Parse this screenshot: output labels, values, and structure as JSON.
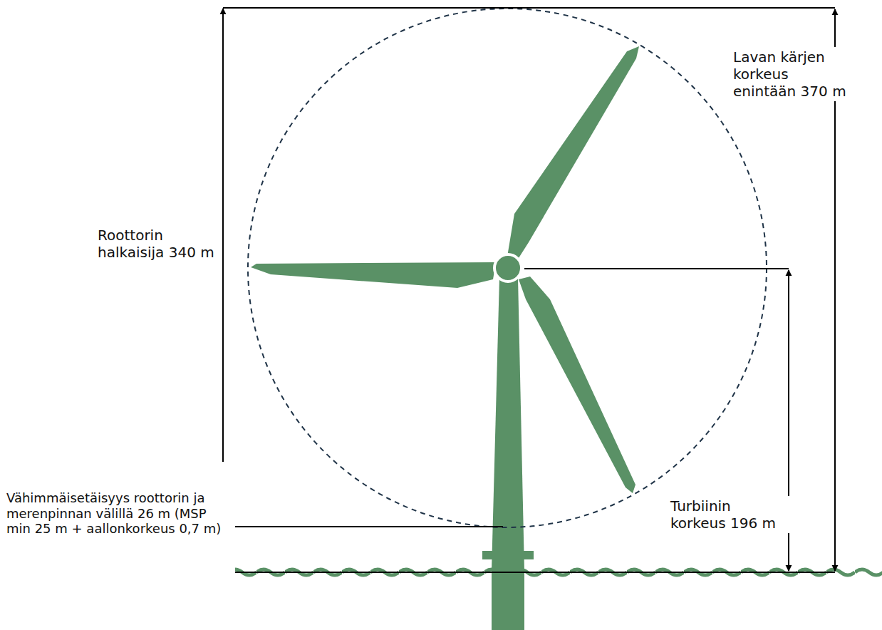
{
  "diagram": {
    "labels": [
      "Lavan kärjen korkeus enintään 370 m",
      "Roottorin halkaisija 340 m",
      "Vähimmäisetäisyys roottorin ja merenpinnan välillä 26 m (MSP min 25 m + aallonkorkeus 0,7 m)",
      "Turbiinin korkeus 196 m"
    ]
  }
}
